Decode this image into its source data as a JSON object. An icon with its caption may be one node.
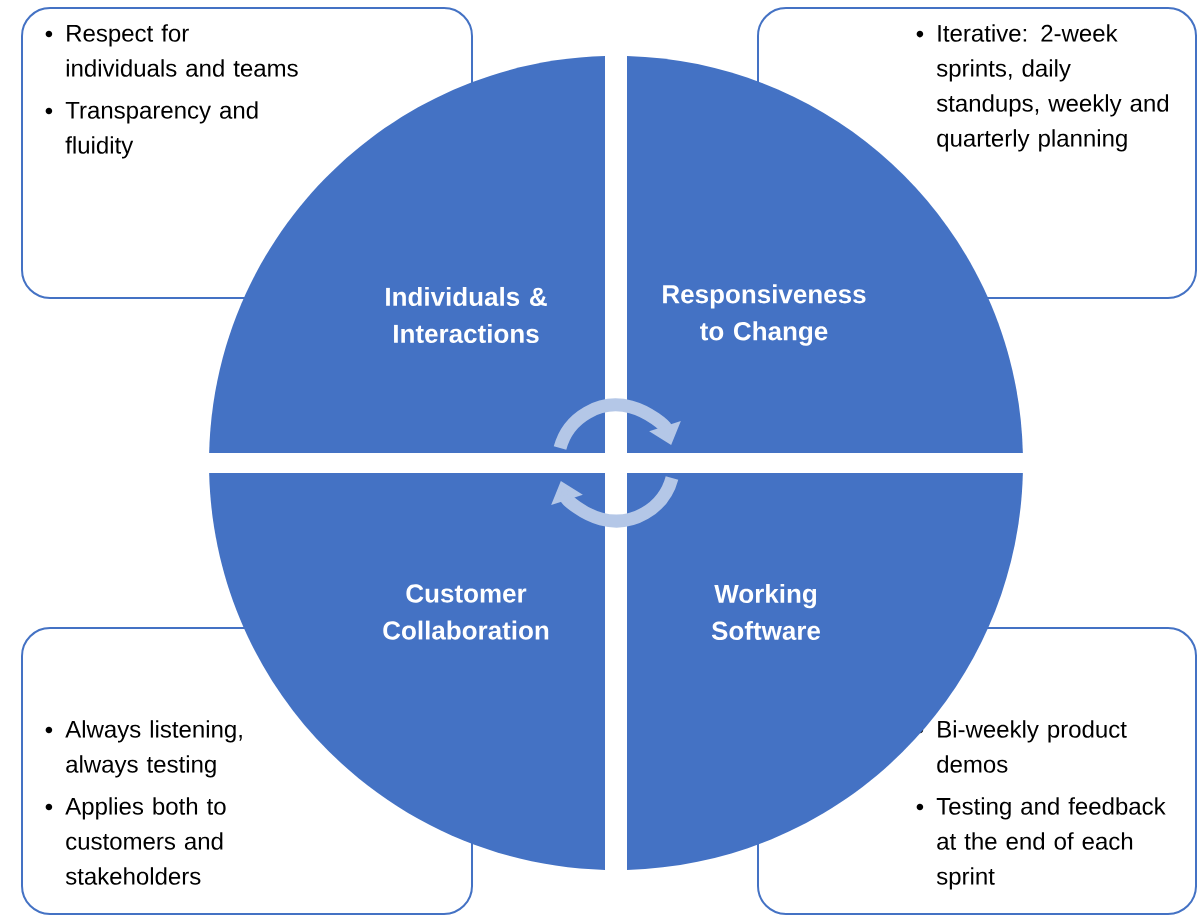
{
  "diagram": {
    "nodes": [
      {
        "text": [
          "Respect for individuals and teams",
          "Transparency and fluidity"
        ]
      },
      {
        "text": [
          "Iterative: 2-week sprints, daily standups, weekly and quarterly planning"
        ]
      },
      {
        "text": [
          "Always listening, always testing",
          "Applies both to customers and stakeholders"
        ]
      },
      {
        "text": [
          "Bi-weekly product demos",
          "Testing and feedback at the end of each sprint"
        ]
      },
      {
        "text": [
          "Individuals & Interactions"
        ]
      },
      {
        "text": [
          "Responsiveness to Change"
        ]
      },
      {
        "text": [
          "Customer Collaboration"
        ]
      },
      {
        "text": [
          "Working Software"
        ]
      }
    ],
    "edges": [
      {
        "from": 4,
        "to": 5,
        "arrow": "to"
      },
      {
        "from": 7,
        "to": 6,
        "arrow": "to"
      }
    ]
  }
}
